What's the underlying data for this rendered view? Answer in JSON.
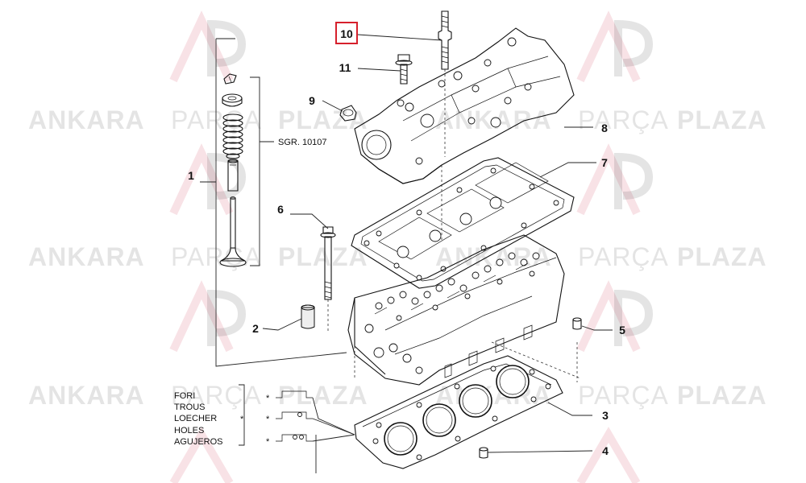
{
  "diagram": {
    "watermark": {
      "word_bold_1": "ANKARA",
      "word_light": "PARÇA",
      "word_bold_2": "PLAZA",
      "logo_colors": {
        "red": "#c8102e",
        "dark": "#222222"
      }
    },
    "callouts": [
      {
        "id": "c1",
        "label": "1"
      },
      {
        "id": "c2",
        "label": "2"
      },
      {
        "id": "c3",
        "label": "3"
      },
      {
        "id": "c4",
        "label": "4"
      },
      {
        "id": "c5",
        "label": "5"
      },
      {
        "id": "c6",
        "label": "6"
      },
      {
        "id": "c7",
        "label": "7"
      },
      {
        "id": "c8",
        "label": "8"
      },
      {
        "id": "c9",
        "label": "9"
      },
      {
        "id": "c10",
        "label": "10",
        "highlighted": true,
        "highlight_color": "#d6202c"
      },
      {
        "id": "c11",
        "label": "11"
      }
    ],
    "sub_group_ref": "SGR. 10107",
    "legend": {
      "lines": [
        "FORI",
        "TROUS",
        "LOECHER",
        "HOLES",
        "AGUJEROS"
      ],
      "markers": [
        "*",
        "*",
        "*",
        "*"
      ]
    }
  }
}
